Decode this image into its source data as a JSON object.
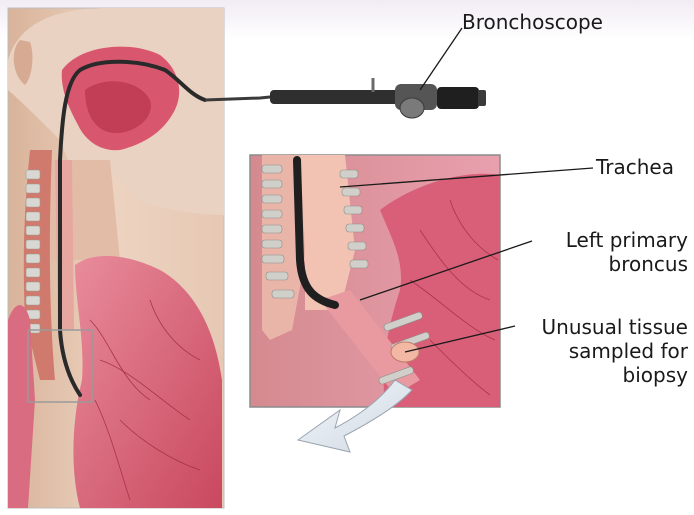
{
  "labels": {
    "bronchoscope": "Bronchoscope",
    "trachea": "Trachea",
    "left_primary_bronchus": [
      "Left primary",
      "broncus"
    ],
    "unusual_tissue": [
      "Unusual tissue",
      "sampled for",
      "biopsy"
    ]
  },
  "colors": {
    "skin": "#e9c7b0",
    "tissue": "#d9576e",
    "lung": "#e07a8a",
    "scope": "#2a2a2a",
    "cartilage": "#c9c9c4"
  }
}
